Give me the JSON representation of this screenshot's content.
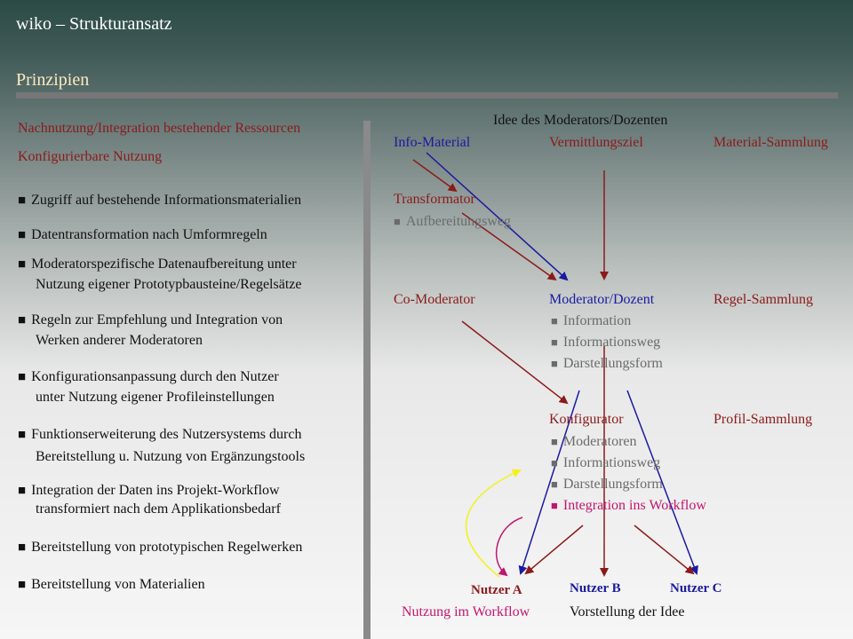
{
  "header": {
    "title": "wiko – Strukturansatz",
    "subtitle": "Prinzipien"
  },
  "left": {
    "heading1": "Nachnutzung/Integration bestehender Ressourcen",
    "heading2": "Konfigurierbare Nutzung",
    "bullet_symbol": "■",
    "items": [
      {
        "line1": "Zugriff auf bestehende Informationsmaterialien",
        "line2": ""
      },
      {
        "line1": "Datentransformation nach Umformregeln",
        "line2": ""
      },
      {
        "line1": "Moderatorspezifische Datenaufbereitung unter",
        "line2": "Nutzung eigener Prototypbausteine/Regelsätze"
      },
      {
        "line1": "Regeln zur Empfehlung und Integration von",
        "line2": "Werken anderer Moderatoren"
      },
      {
        "line1": "Konfigurationsanpassung durch den Nutzer",
        "line2": "unter Nutzung eigener Profileinstellungen"
      },
      {
        "line1": "Funktionserweiterung des Nutzersystems durch",
        "line2": "Bereitstellung u. Nutzung von Ergänzungstools"
      },
      {
        "line1": "Integration der Daten ins Projekt-Workflow",
        "line2": "transformiert nach dem Applikationsbedarf"
      },
      {
        "line1": "Bereitstellung von prototypischen Regelwerken",
        "line2": ""
      },
      {
        "line1": "Bereitstellung von Materialien",
        "line2": ""
      }
    ]
  },
  "diagram": {
    "idea_title": "Idee des Moderators/Dozenten",
    "info_material": "Info-Material",
    "vermittlungsziel": "Vermittlungsziel",
    "material_sammlung": "Material-Sammlung",
    "transformator": "Transformator",
    "aufbereitungsweg": "Aufbereitungsweg",
    "co_moderator": "Co-Moderator",
    "moderator_dozent": "Moderator/Dozent",
    "moderator_items": [
      "Information",
      "Informationsweg",
      "Darstellungsform"
    ],
    "regel_sammlung": "Regel-Sammlung",
    "konfigurator": "Konfigurator",
    "konfigurator_items": [
      "Moderatoren",
      "Informationsweg",
      "Darstellungsform"
    ],
    "integration_item": "Integration ins Workflow",
    "profil_sammlung": "Profil-Sammlung",
    "nutzer_a": "Nutzer A",
    "nutzer_b": "Nutzer B",
    "nutzer_c": "Nutzer C",
    "nutzung_workflow": "Nutzung im Workflow",
    "vorstellung": "Vorstellung der Idee",
    "colors": {
      "red": "#8b1a1a",
      "blue": "#1a1aa0",
      "gray": "#6b6b6b",
      "magenta": "#c2166e",
      "yellow": "#f2f21a"
    }
  }
}
